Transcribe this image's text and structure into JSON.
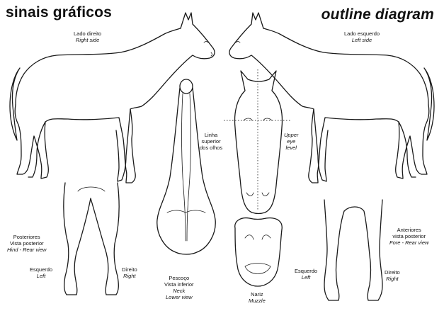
{
  "titles": {
    "left": "sinais gráficos",
    "right": "outline diagram"
  },
  "labels": {
    "right_side": {
      "pt": "Lado direito",
      "en": "Right side"
    },
    "left_side": {
      "pt": "Lado esquerdo",
      "en": "Left side"
    },
    "eye_line": {
      "pt1": "Linha",
      "pt2": "superior",
      "pt3": "dos olhos"
    },
    "upper_eye": {
      "en1": "Upper",
      "en2": "eye",
      "en3": "level"
    },
    "hind_view": {
      "pt1": "Posteriores",
      "pt2": "Vista posterior",
      "en": "Hind - Rear view"
    },
    "fore_view": {
      "pt1": "Anteriores",
      "pt2": "vista posterior",
      "en": "Fore - Rear view"
    },
    "hind_left": {
      "pt": "Esquerdo",
      "en": "Left"
    },
    "hind_right": {
      "pt": "Direito",
      "en": "Right"
    },
    "neck": {
      "pt1": "Pescoço",
      "pt2": "Vista inferior",
      "en1": "Neck",
      "en2": "Lower view"
    },
    "muzzle": {
      "pt": "Nariz",
      "en": "Muzzle"
    },
    "fore_left": {
      "pt": "Esquerdo",
      "en": "Left"
    },
    "fore_right": {
      "pt": "Direito",
      "en": "Right"
    }
  }
}
